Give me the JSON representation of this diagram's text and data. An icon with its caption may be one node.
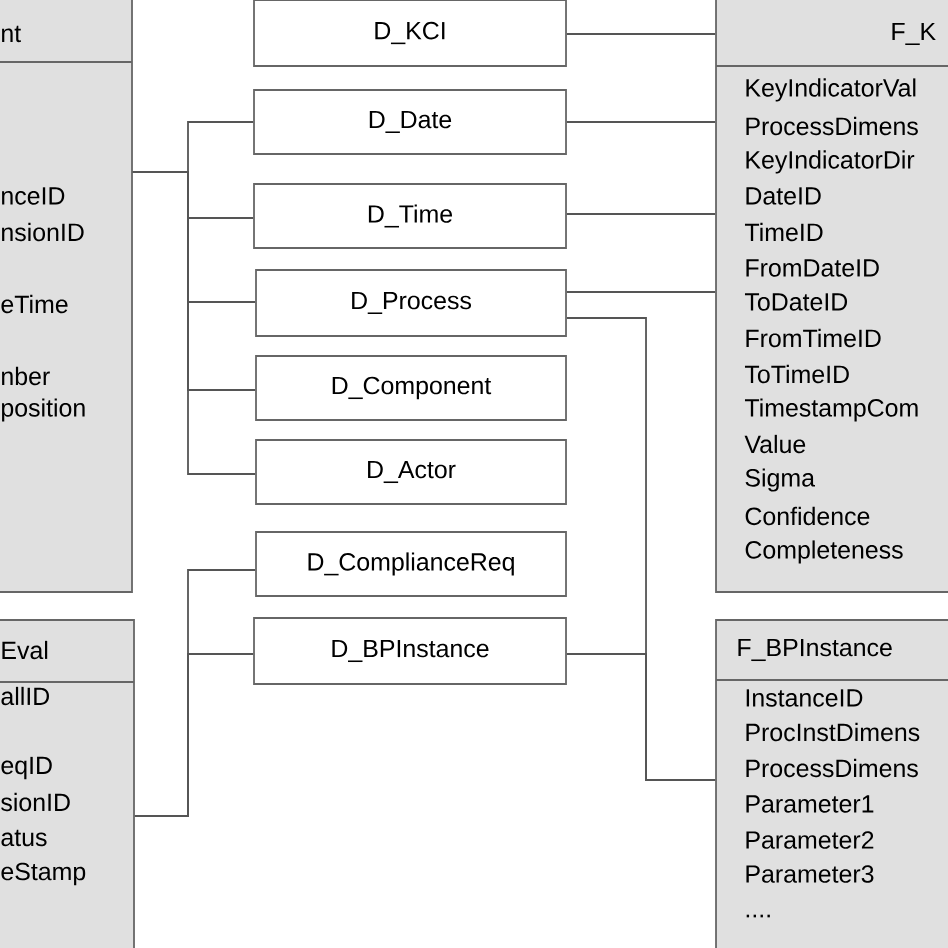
{
  "diagram": {
    "nodes": [
      {
        "text": [
          "nt",
          "nceID",
          "nsionID",
          "eTime",
          "nber",
          "position"
        ]
      },
      {
        "text": [
          "D_KCI"
        ]
      },
      {
        "text": [
          "F_K",
          "KeyIndicatorVal",
          "ProcessDimens",
          "KeyIndicatorDir",
          "DateID",
          "TimeID",
          "FromDateID",
          "ToDateID",
          "FromTimeID",
          "ToTimeID",
          "TimestampCom",
          "Value",
          "Sigma",
          "Confidence",
          "Completeness"
        ]
      },
      {
        "text": [
          "D_Date"
        ]
      },
      {
        "text": [
          "D_Time"
        ]
      },
      {
        "text": [
          "D_Process"
        ]
      },
      {
        "text": [
          "D_Component"
        ]
      },
      {
        "text": [
          "D_Actor"
        ]
      },
      {
        "text": [
          "D_ComplianceReq"
        ]
      },
      {
        "text": [
          "Eval",
          "allID",
          "eqID",
          "sionID",
          "atus",
          "eStamp"
        ]
      },
      {
        "text": [
          "D_BPInstance"
        ]
      },
      {
        "text": [
          "F_BPInstance",
          "InstanceID",
          "ProcInstDimens",
          "ProcessDimens",
          "Parameter1",
          "Parameter2",
          "Parameter3",
          "...."
        ]
      }
    ],
    "edges": [
      {
        "from": 0,
        "to": 3,
        "arrow": "none"
      },
      {
        "from": 0,
        "to": 4,
        "arrow": "none"
      },
      {
        "from": 0,
        "to": 5,
        "arrow": "none"
      },
      {
        "from": 0,
        "to": 6,
        "arrow": "none"
      },
      {
        "from": 0,
        "to": 7,
        "arrow": "none"
      },
      {
        "from": 1,
        "to": 2,
        "arrow": "none"
      },
      {
        "from": 3,
        "to": 2,
        "arrow": "none"
      },
      {
        "from": 4,
        "to": 2,
        "arrow": "none"
      },
      {
        "from": 5,
        "to": 2,
        "arrow": "none"
      },
      {
        "from": 5,
        "to": 11,
        "arrow": "none"
      },
      {
        "from": 10,
        "to": 11,
        "arrow": "none"
      },
      {
        "from": 9,
        "to": 8,
        "arrow": "none"
      },
      {
        "from": 9,
        "to": 10,
        "arrow": "none"
      }
    ]
  }
}
